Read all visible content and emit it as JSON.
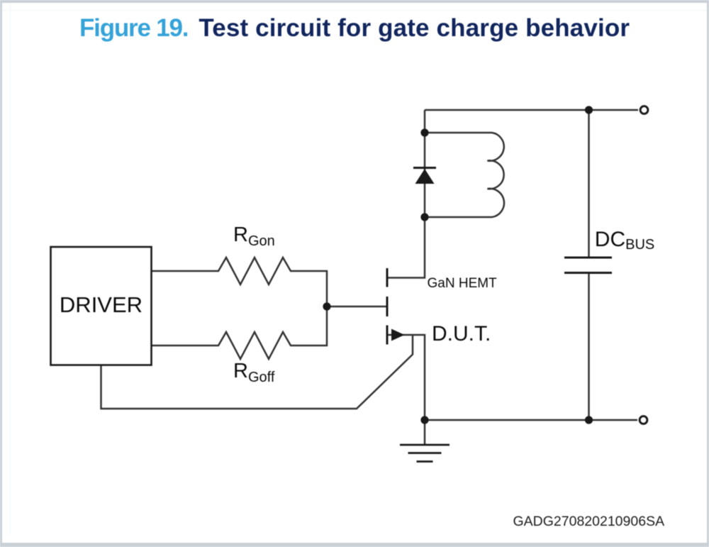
{
  "figure": {
    "label": "Figure 19.",
    "title": "Test circuit for gate charge behavior",
    "code": "GADG270820210906SA"
  },
  "labels": {
    "driver": "DRIVER",
    "r_gon": {
      "base": "R",
      "sub": "Gon"
    },
    "r_goff": {
      "base": "R",
      "sub": "Goff"
    },
    "gan_hemt": "GaN HEMT",
    "dut": "D.U.T.",
    "dc_bus": {
      "base": "DC",
      "sub": "BUS"
    }
  },
  "colors": {
    "figure_label": "#35a3d9",
    "figure_title": "#12265e",
    "wire": "#333333",
    "symbol": "#191919",
    "label_text": "#0a0a0a",
    "frame_border": "#c9d1d7",
    "background": "#ffffff"
  },
  "diagram": {
    "type": "circuit-schematic",
    "components": [
      {
        "id": "driver",
        "kind": "block",
        "label": "DRIVER"
      },
      {
        "id": "r_gon",
        "kind": "resistor",
        "label": "RGon",
        "connects": [
          "driver-out",
          "gate-node"
        ]
      },
      {
        "id": "r_goff",
        "kind": "resistor",
        "label": "RGoff",
        "connects": [
          "driver-out",
          "gate-node"
        ]
      },
      {
        "id": "dut",
        "kind": "transistor",
        "label": "D.U.T.",
        "note": "GaN HEMT"
      },
      {
        "id": "diode",
        "kind": "diode",
        "connects": [
          "dut-drain",
          "dc-bus-plus"
        ]
      },
      {
        "id": "inductor",
        "kind": "inductor",
        "connects": [
          "dut-drain",
          "dc-bus-plus"
        ],
        "parallel_with": "diode"
      },
      {
        "id": "c_bus",
        "kind": "capacitor",
        "label": "DCBUS",
        "connects": [
          "dc-bus-plus",
          "dc-bus-minus"
        ]
      },
      {
        "id": "gnd",
        "kind": "ground",
        "connects": [
          "dut-source"
        ]
      },
      {
        "id": "term_top",
        "kind": "open-terminal",
        "connects": [
          "dc-bus-plus"
        ]
      },
      {
        "id": "term_bot",
        "kind": "open-terminal",
        "connects": [
          "dc-bus-minus"
        ]
      }
    ]
  }
}
